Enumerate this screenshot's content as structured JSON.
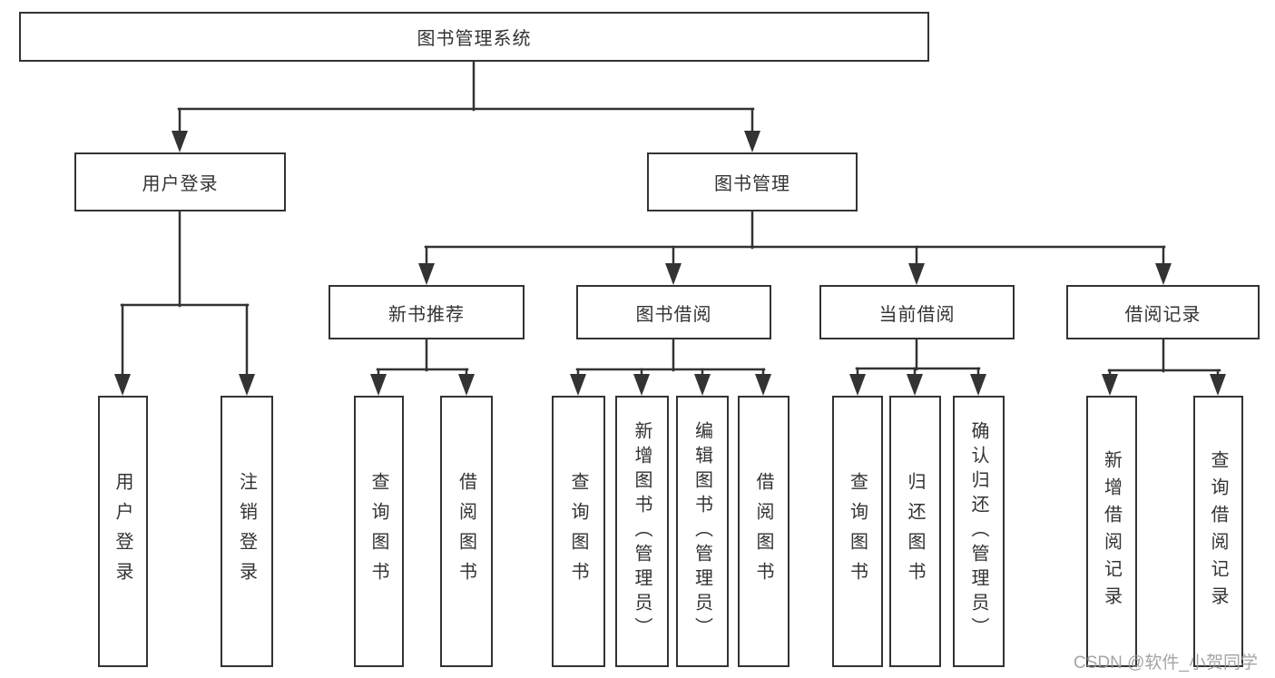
{
  "diagram": {
    "root": "图书管理系统",
    "level2": [
      {
        "label": "用户登录",
        "children": [
          "用户登录",
          "注销登录"
        ]
      },
      {
        "label": "图书管理",
        "children": [
          {
            "label": "新书推荐",
            "children": [
              "查询图书",
              "借阅图书"
            ]
          },
          {
            "label": "图书借阅",
            "children": [
              "查询图书",
              "新增图书（管理员）",
              "编辑图书（管理员）",
              "借阅图书"
            ]
          },
          {
            "label": "当前借阅",
            "children": [
              "查询图书",
              "归还图书",
              "确认归还（管理员）"
            ]
          },
          {
            "label": "借阅记录",
            "children": [
              "新增借阅记录",
              "查询借阅记录"
            ]
          }
        ]
      }
    ]
  },
  "colors": {
    "line": "#333333",
    "box_border": "#333333",
    "text": "#333333",
    "watermark": "#9b9b9b",
    "background": "#ffffff"
  },
  "watermark": {
    "text": "CSDN @软件_小贺同学"
  }
}
